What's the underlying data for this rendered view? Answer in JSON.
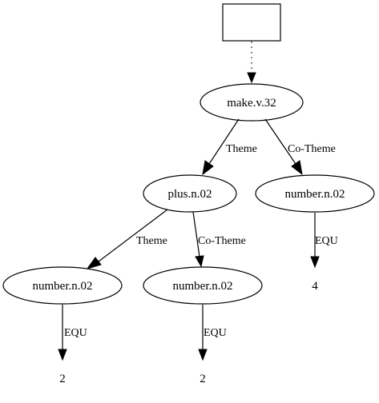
{
  "diagram": {
    "root_box_label": "",
    "nodes": {
      "make": "make.v.32",
      "plus": "plus.n.02",
      "number_right": "number.n.02",
      "number_left": "number.n.02",
      "number_middle": "number.n.02"
    },
    "edges": {
      "make_to_plus": "Theme",
      "make_to_number_right": "Co-Theme",
      "plus_to_number_left": "Theme",
      "plus_to_number_middle": "Co-Theme",
      "number_right_to_value": "EQU",
      "number_left_to_value": "EQU",
      "number_middle_to_value": "EQU"
    },
    "values": {
      "number_right": "4",
      "number_left": "2",
      "number_middle": "2"
    }
  }
}
